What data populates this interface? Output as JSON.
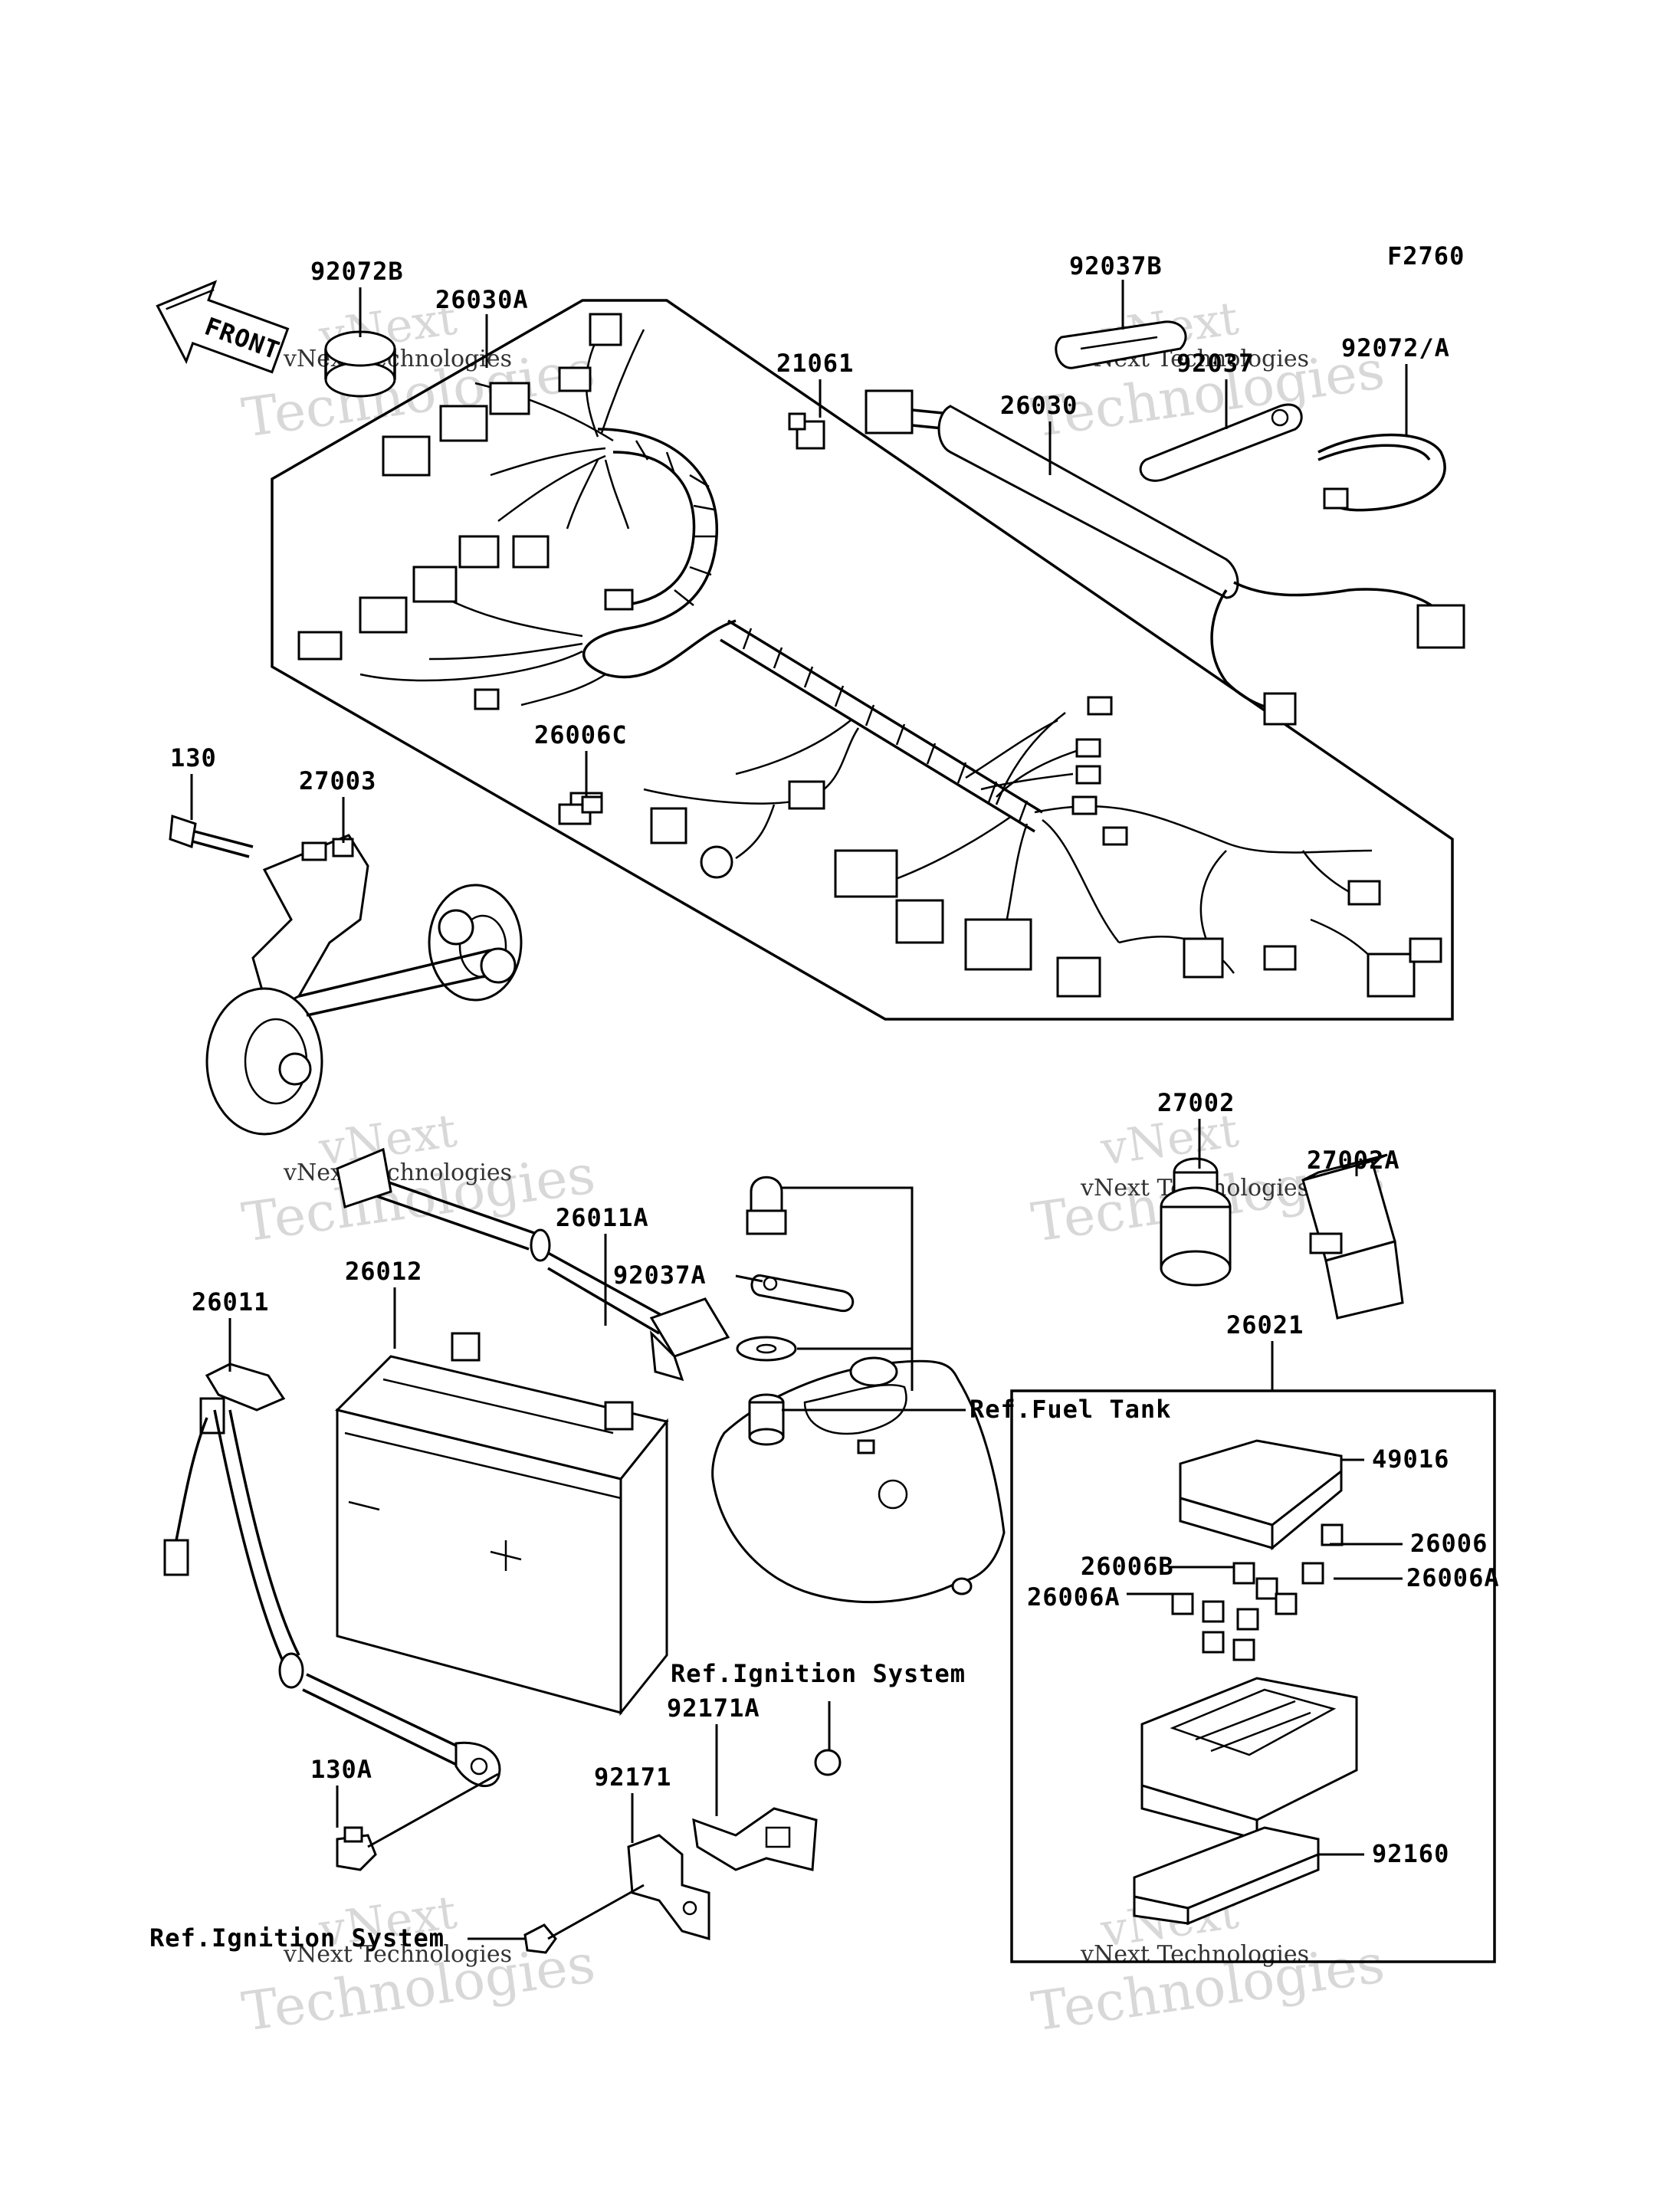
{
  "figure_code": "F2760",
  "front_label": "FRONT",
  "watermark": {
    "brand": "vNext",
    "line1": "vNext Technologies",
    "line2": "Technologies"
  },
  "part_labels": {
    "p92072B": "92072B",
    "p26030A": "26030A",
    "p92037B": "92037B",
    "p21061": "21061",
    "p92037": "92037",
    "p92072A": "92072/A",
    "p26030": "26030",
    "p130": "130",
    "p27003": "27003",
    "p26006C": "26006C",
    "p27002": "27002",
    "p27002A": "27002A",
    "p92037A": "92037A",
    "p26011A": "26011A",
    "p26012": "26012",
    "p26011": "26011",
    "p26021": "26021",
    "p49016": "49016",
    "p26006": "26006",
    "p26006B": "26006B",
    "p26006A_left": "26006A",
    "p26006A_right": "26006A",
    "p92160": "92160",
    "p130A": "130A",
    "p92171A": "92171A",
    "p92171": "92171"
  },
  "references": {
    "fuel_tank": "Ref.Fuel Tank",
    "ignition_top": "Ref.Ignition System",
    "ignition_bottom": "Ref.Ignition System"
  }
}
